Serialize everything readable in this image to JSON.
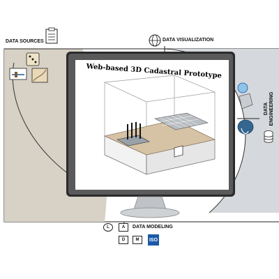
{
  "title": "Web-based 3D Cadastral Prototype",
  "sections": {
    "data_sources": "DATA SOURCES",
    "data_visualization": "DATA VISUALIZATION",
    "data_engineering": "DATA ENGINEERING",
    "data_modeling": "DATA MODELING"
  },
  "modeling_chips": {
    "l": "L",
    "a": "A",
    "d": "D",
    "m": "M",
    "iso": "ISO"
  },
  "colors": {
    "background_left": "#d7d1c6",
    "background_right": "#d5d8dc",
    "monitor_bezel": "#2b2b2b",
    "land_surface": "#d6c2a4",
    "iso_blue": "#1a5aa6"
  },
  "icons": [
    "clipboard-icon",
    "globe-icon",
    "dice-icon",
    "map-icon",
    "chart-icon",
    "database-icon",
    "elephant-icon",
    "server-icon"
  ]
}
